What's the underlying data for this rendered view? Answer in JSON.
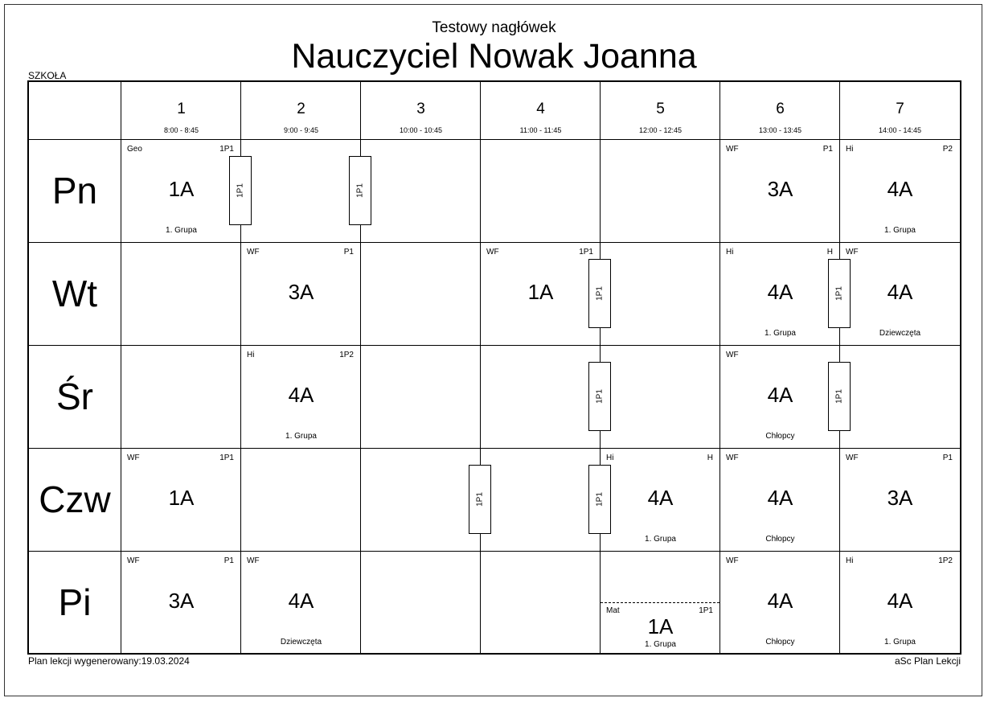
{
  "header": {
    "subheading": "Testowy nagłówek",
    "title": "Nauczyciel Nowak Joanna",
    "school": "SZKOŁA"
  },
  "periods": [
    {
      "num": "1",
      "time": "8:00 - 8:45"
    },
    {
      "num": "2",
      "time": "9:00 - 9:45"
    },
    {
      "num": "3",
      "time": "10:00 - 10:45"
    },
    {
      "num": "4",
      "time": "11:00 - 11:45"
    },
    {
      "num": "5",
      "time": "12:00 - 12:45"
    },
    {
      "num": "6",
      "time": "13:00 - 13:45"
    },
    {
      "num": "7",
      "time": "14:00 - 14:45"
    }
  ],
  "days": [
    "Pn",
    "Wt",
    "Śr",
    "Czw",
    "Pi"
  ],
  "lessons": [
    {
      "day": 0,
      "period": 1,
      "subject": "Geo",
      "room": "1P1",
      "class": "1A",
      "group": "1. Grupa"
    },
    {
      "day": 0,
      "period": 6,
      "subject": "WF",
      "room": "P1",
      "class": "3A",
      "group": ""
    },
    {
      "day": 0,
      "period": 7,
      "subject": "Hi",
      "room": "P2",
      "class": "4A",
      "group": "1. Grupa"
    },
    {
      "day": 1,
      "period": 2,
      "subject": "WF",
      "room": "P1",
      "class": "3A",
      "group": ""
    },
    {
      "day": 1,
      "period": 4,
      "subject": "WF",
      "room": "1P1",
      "class": "1A",
      "group": ""
    },
    {
      "day": 1,
      "period": 6,
      "subject": "Hi",
      "room": "H",
      "class": "4A",
      "group": "1. Grupa"
    },
    {
      "day": 1,
      "period": 7,
      "subject": "WF",
      "room": "",
      "class": "4A",
      "group": "Dziewczęta"
    },
    {
      "day": 2,
      "period": 2,
      "subject": "Hi",
      "room": "1P2",
      "class": "4A",
      "group": "1. Grupa"
    },
    {
      "day": 2,
      "period": 6,
      "subject": "WF",
      "room": "",
      "class": "4A",
      "group": "Chłopcy"
    },
    {
      "day": 3,
      "period": 1,
      "subject": "WF",
      "room": "1P1",
      "class": "1A",
      "group": ""
    },
    {
      "day": 3,
      "period": 5,
      "subject": "Hi",
      "room": "H",
      "class": "4A",
      "group": "1. Grupa"
    },
    {
      "day": 3,
      "period": 6,
      "subject": "WF",
      "room": "",
      "class": "4A",
      "group": "Chłopcy"
    },
    {
      "day": 3,
      "period": 7,
      "subject": "WF",
      "room": "P1",
      "class": "3A",
      "group": ""
    },
    {
      "day": 4,
      "period": 1,
      "subject": "WF",
      "room": "P1",
      "class": "3A",
      "group": ""
    },
    {
      "day": 4,
      "period": 2,
      "subject": "WF",
      "room": "",
      "class": "4A",
      "group": "Dziewczęta"
    },
    {
      "day": 4,
      "period": 5,
      "subject": "Mat",
      "room": "1P1",
      "class": "1A",
      "group": "1. Grupa",
      "half": "bottom"
    },
    {
      "day": 4,
      "period": 6,
      "subject": "WF",
      "room": "",
      "class": "4A",
      "group": "Chłopcy"
    },
    {
      "day": 4,
      "period": 7,
      "subject": "Hi",
      "room": "1P2",
      "class": "4A",
      "group": "1. Grupa"
    }
  ],
  "room_changes": [
    {
      "day": 0,
      "after_period": 1,
      "room": "1P1"
    },
    {
      "day": 0,
      "after_period": 2,
      "room": "1P1"
    },
    {
      "day": 1,
      "after_period": 4,
      "room": "1P1"
    },
    {
      "day": 1,
      "after_period": 6,
      "room": "1P1"
    },
    {
      "day": 2,
      "after_period": 4,
      "room": "1P1"
    },
    {
      "day": 2,
      "after_period": 6,
      "room": "1P1"
    },
    {
      "day": 3,
      "after_period": 3,
      "room": "1P1"
    },
    {
      "day": 3,
      "after_period": 4,
      "room": "1P1"
    }
  ],
  "footer": {
    "generated": "Plan lekcji wygenerowany:19.03.2024",
    "brand": "aSc Plan Lekcji"
  }
}
